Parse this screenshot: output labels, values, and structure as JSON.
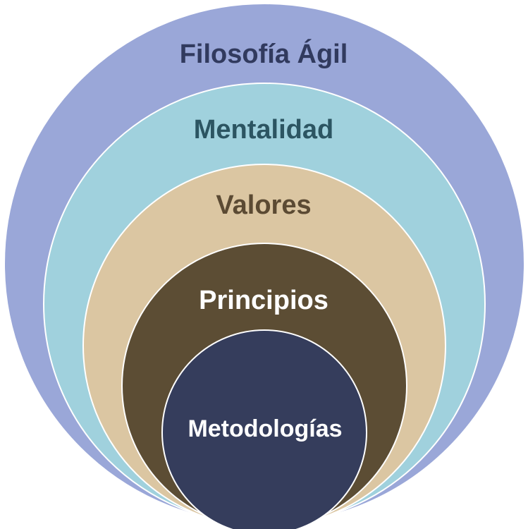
{
  "rings": [
    {
      "label": "Filosofía Ágil",
      "fill": "#9aa7d8",
      "text_color": "#313a5e"
    },
    {
      "label": "Mentalidad",
      "fill": "#a0d1dd",
      "text_color": "#2c5562"
    },
    {
      "label": "Valores",
      "fill": "#dbc6a2",
      "text_color": "#5b4a33"
    },
    {
      "label": "Principios",
      "fill": "#5c4d34",
      "text_color": "#ffffff"
    },
    {
      "label": "Metodologías",
      "fill": "#353d5c",
      "text_color": "#ffffff"
    }
  ],
  "stroke_color": "#ffffff"
}
